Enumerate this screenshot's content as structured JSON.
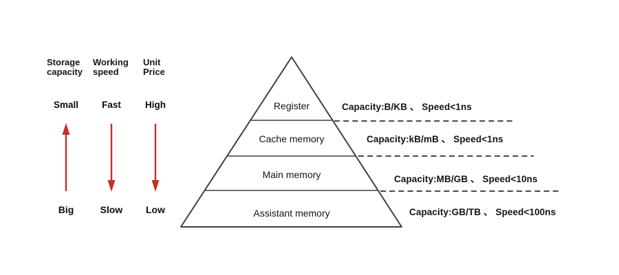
{
  "colors": {
    "arrow_red": "#c3302b",
    "diagram_line": "#3f3f3f",
    "text": "#141414"
  },
  "left_panel": {
    "columns": [
      {
        "header": "Storage\ncapacity",
        "top_label": "Small",
        "bottom_label": "Big",
        "arrow_direction": "up"
      },
      {
        "header": "Working\nspeed",
        "top_label": "Fast",
        "bottom_label": "Slow",
        "arrow_direction": "down"
      },
      {
        "header": "Unit\nPrice",
        "top_label": "High",
        "bottom_label": "Low",
        "arrow_direction": "down"
      }
    ]
  },
  "pyramid": {
    "levels": [
      {
        "name": "Register",
        "annotation": "Capacity:B/KB 、 Speed<1ns"
      },
      {
        "name": "Cache memory",
        "annotation": "Capacity:kB/mB 、 Speed<1ns"
      },
      {
        "name": "Main memory",
        "annotation": "Capacity:MB/GB 、 Speed<10ns"
      },
      {
        "name": "Assistant memory",
        "annotation": "Capacity:GB/TB 、 Speed<100ns"
      }
    ]
  }
}
